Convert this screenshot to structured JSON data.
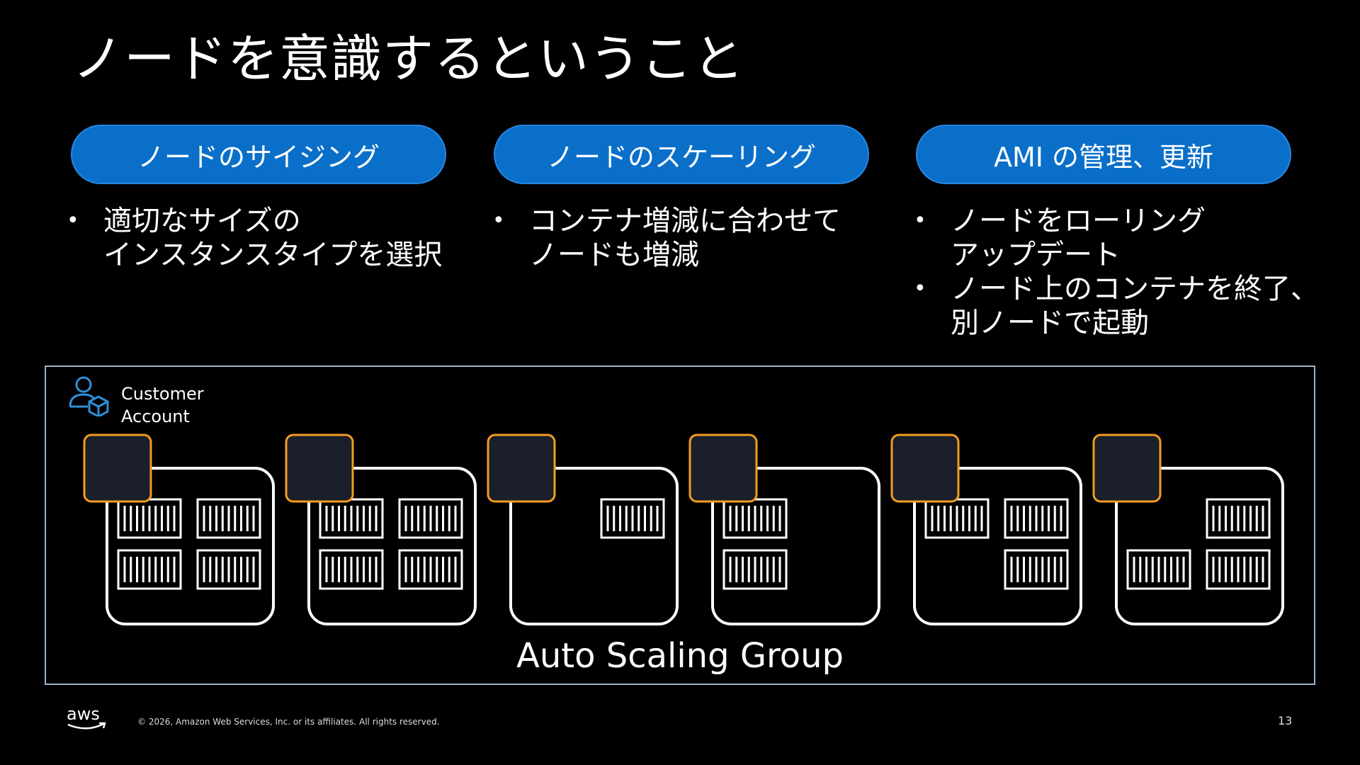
{
  "slide": {
    "title": "ノードを意識するということ",
    "page_number": "13",
    "copyright": "© 2026, Amazon Web Services, Inc. or its affiliates. All rights reserved."
  },
  "columns": [
    {
      "heading": "ノードのサイジング",
      "bullets": [
        [
          "適切なサイズの",
          "インスタンスタイプを選択"
        ]
      ]
    },
    {
      "heading": "ノードのスケーリング",
      "bullets": [
        [
          "コンテナ増減に合わせて",
          "ノードも増減"
        ]
      ]
    },
    {
      "heading": "AMI の管理、更新",
      "bullets": [
        [
          "ノードをローリング",
          "アップデート"
        ],
        [
          "ノード上のコンテナを終了、",
          "別ノードで起動"
        ]
      ]
    }
  ],
  "diagram": {
    "account_label_line1": "Customer",
    "account_label_line2": "Account",
    "group_label": "Auto Scaling Group",
    "nodes": [
      {
        "containers": [
          "top-left",
          "top-right",
          "bottom-left",
          "bottom-right"
        ]
      },
      {
        "containers": [
          "top-left",
          "top-right",
          "bottom-left",
          "bottom-right"
        ]
      },
      {
        "containers": [
          "top-right"
        ]
      },
      {
        "containers": [
          "top-left",
          "bottom-left"
        ]
      },
      {
        "containers": [
          "top-left",
          "top-right",
          "bottom-right"
        ]
      },
      {
        "containers": [
          "top-right",
          "bottom-left",
          "bottom-right"
        ]
      }
    ],
    "colors": {
      "chip_border": "#f39c1f",
      "chip_fill": "#1b1f2a",
      "node_border": "#ffffff",
      "frame_border": "#9bb3cc",
      "pill_fill": "#0a6fc9",
      "account_icon": "#2f8fd8"
    }
  },
  "icons": {
    "account": "customer-account-icon",
    "logo": "aws-logo"
  }
}
